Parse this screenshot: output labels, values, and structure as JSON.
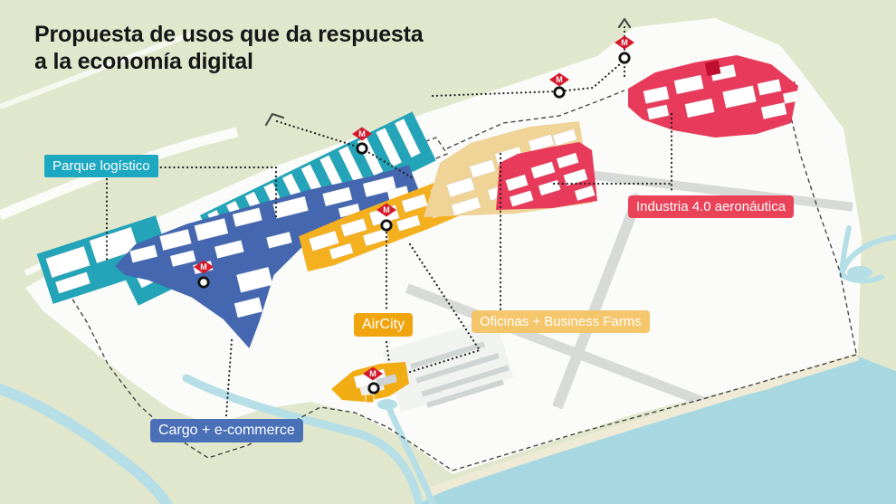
{
  "title": {
    "line1": "Propuesta de usos que da respuesta",
    "line2": "a la economía digital"
  },
  "map_labels": {
    "parque_logistico": {
      "text": "Parque logístico",
      "bg": "#1da8c2"
    },
    "cargo_ecommerce": {
      "text": "Cargo + e-commerce",
      "bg": "#4a70b8"
    },
    "aircity": {
      "text": "AirCity",
      "bg": "#f0a50e"
    },
    "oficinas_business_farms": {
      "text": "Oficinas + Business Farms",
      "bg": "#f5c464"
    },
    "industria_aeronautica": {
      "text": "Industria 4.0 aeronáutica",
      "bg": "#ea4258"
    }
  },
  "zones": {
    "parque_logistico": {
      "name": "Parque logístico",
      "color": "#23a4b8"
    },
    "cargo_ecommerce": {
      "name": "Cargo + e-commerce",
      "color": "#4467b0"
    },
    "aircity": {
      "name": "AirCity",
      "color": "#f4b01e"
    },
    "aircity_terminal": {
      "name": "AirCity terminal",
      "color": "#f2ac14"
    },
    "oficinas_business_farms": {
      "name": "Oficinas + Business Farms",
      "color": "#f0d397"
    },
    "industria_aeronautica": {
      "name": "Industria 4.0 aeronáutica",
      "color": "#e83a5a"
    }
  },
  "markers": {
    "metro_symbol": "M",
    "metro_color": "#d5192c",
    "rail_color": "#f0a50e"
  },
  "terrain": {
    "land": "#e1e7cd",
    "platform": "#fbfcfa",
    "runway": "#d7dad7",
    "pier": "#cfd4d4",
    "sea": "#a7d8e2",
    "river": "#b5dee6",
    "beach": "#efead6"
  }
}
